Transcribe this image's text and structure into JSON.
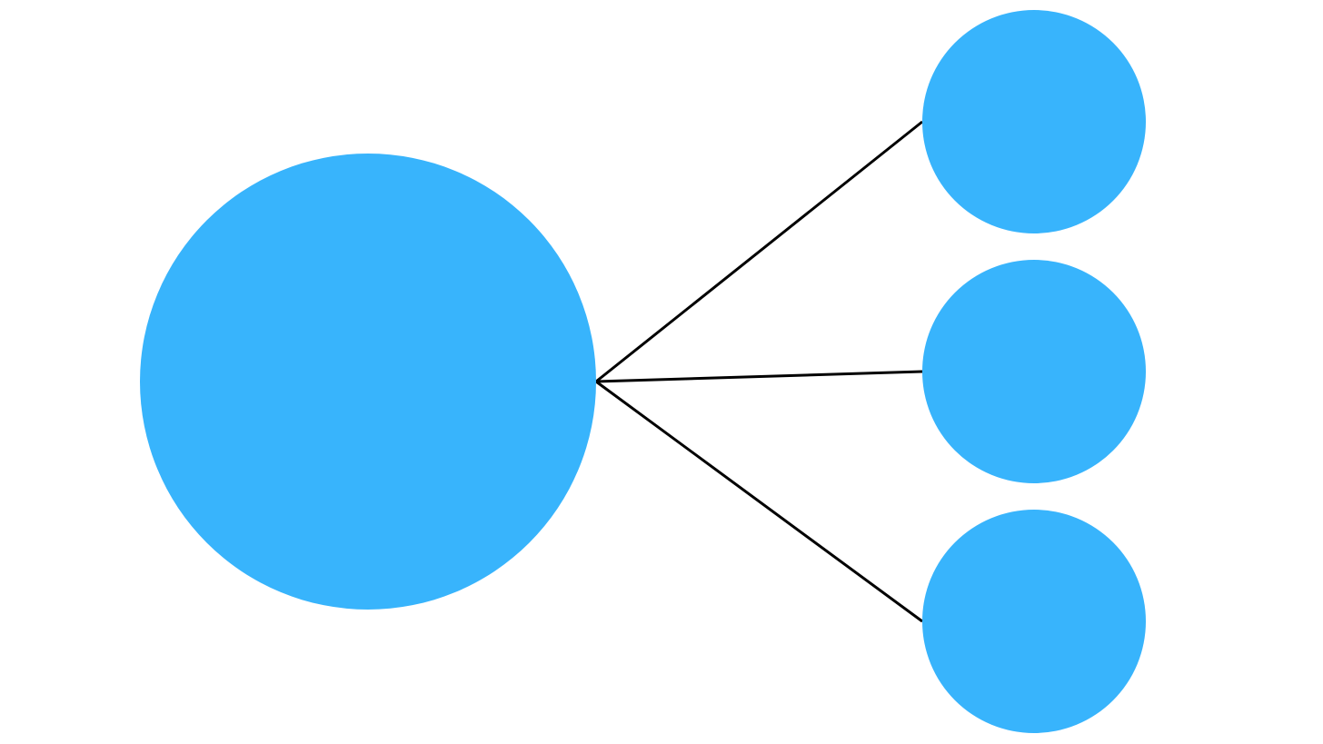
{
  "colors": {
    "background": "#ffffff",
    "node_fill": "#38b4fc",
    "edge_stroke": "#000000"
  },
  "nodes": [
    {
      "id": "root",
      "role": "parent"
    },
    {
      "id": "child-1",
      "role": "child"
    },
    {
      "id": "child-2",
      "role": "child"
    },
    {
      "id": "child-3",
      "role": "child"
    }
  ],
  "edges": [
    {
      "from": "root",
      "to": "child-1"
    },
    {
      "from": "root",
      "to": "child-2"
    },
    {
      "from": "root",
      "to": "child-3"
    }
  ]
}
